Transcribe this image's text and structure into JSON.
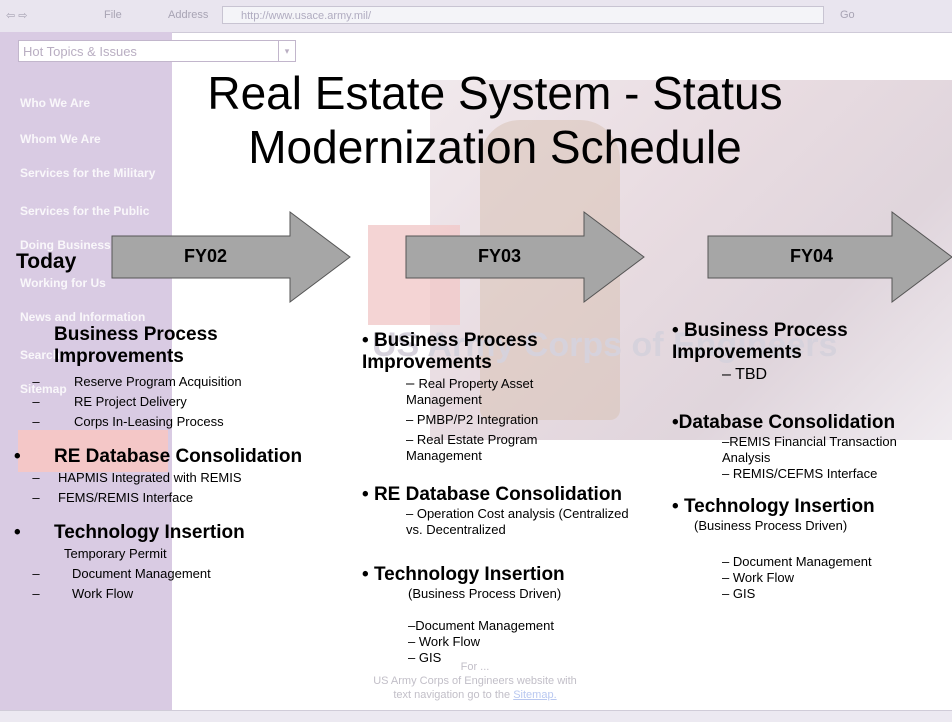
{
  "browser": {
    "menu_text": "File",
    "address_label": "Address",
    "url": "http://www.usace.army.mil/",
    "go_label": "Go",
    "hot_topics": "Hot Topics & Issues",
    "sidebar_items": [
      "Who We Are",
      "Whom We Are",
      "Services for the Military",
      "Services for the Public",
      "Doing Business",
      "Working for Us",
      "News and Information",
      "Search",
      "Sitemap"
    ],
    "corps_text": "US Army Corps of Engineers",
    "footer_line1": "For ...",
    "footer_line2": "US Army Corps of Engineers website with",
    "footer_line3": "text navigation go to the",
    "footer_link": "Sitemap."
  },
  "slide": {
    "title_line1": "Real Estate System - Status",
    "title_line2": "Modernization Schedule",
    "today_label": "Today",
    "arrows": [
      "FY02",
      "FY03",
      "FY04"
    ],
    "col1": {
      "h1": "Business Process Improvements",
      "h1_items": [
        "Reserve Program Acquisition",
        "RE Project Delivery",
        "Corps In-Leasing Process"
      ],
      "h2": "RE Database Consolidation",
      "h2_items": [
        "HAPMIS Integrated with REMIS",
        "FEMS/REMIS Interface"
      ],
      "h3": "Technology Insertion",
      "h3_note": "Temporary Permit",
      "h3_items": [
        "Document Management",
        "Work Flow"
      ]
    },
    "col2": {
      "h1": "Business Process Improvements",
      "h1_items": [
        "Real Property Asset Management",
        "PMBP/P2 Integration",
        "Real Estate Program Management"
      ],
      "h2": "RE Database Consolidation",
      "h2_items": [
        "Operation Cost analysis (Centralized vs. Decentralized"
      ],
      "h3": "Technology Insertion",
      "h3_note": "(Business Process Driven)",
      "h3_items": [
        "Document Management",
        "Work Flow",
        "GIS"
      ]
    },
    "col3": {
      "h1": "Business Process Improvements",
      "h1_items": [
        "TBD"
      ],
      "h2": "Database Consolidation",
      "h2_items": [
        "REMIS Financial Transaction Analysis",
        "REMIS/CEFMS Interface"
      ],
      "h3": "Technology Insertion",
      "h3_note": "(Business Process Driven)",
      "h3_items": [
        "Document Management",
        "Work Flow",
        "GIS"
      ]
    }
  },
  "colors": {
    "arrow_fill": "#a6a6a6",
    "sidebar": "#d9cbe3"
  }
}
